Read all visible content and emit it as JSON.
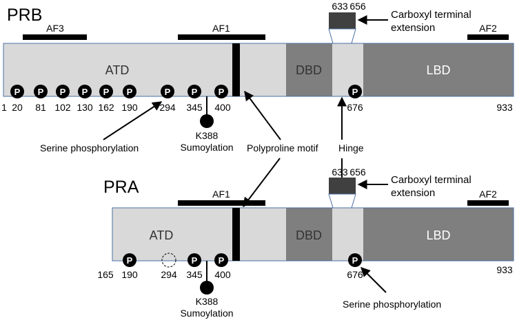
{
  "colors": {
    "atd": "#d9d9d9",
    "dbd": "#7f7f7f",
    "hinge": "#d9d9d9",
    "lbd": "#7f7f7f",
    "cte": "#404040",
    "outline": "#4a6fa5",
    "bar": "#000000"
  },
  "prb": {
    "name": "PRB",
    "af_labels": {
      "af3": "AF3",
      "af1": "AF1",
      "af2": "AF2"
    },
    "domains": {
      "atd": "ATD",
      "dbd": "DBD",
      "lbd": "LBD"
    },
    "cte_start": "633",
    "cte_end": "656",
    "cte_label_line1": "Carboxyl terminal",
    "cte_label_line2": "extension",
    "phospho_symbol": "P",
    "phospho_sites": [
      "20",
      "81",
      "102",
      "130",
      "162",
      "190",
      "294",
      "345",
      "400",
      "676"
    ],
    "start": "1",
    "end": "933",
    "sumo_line1": "K388",
    "sumo_line2": "Sumoylation"
  },
  "pra": {
    "name": "PRA",
    "af_labels": {
      "af1": "AF1",
      "af2": "AF2"
    },
    "domains": {
      "atd": "ATD",
      "dbd": "DBD",
      "lbd": "LBD"
    },
    "cte_start": "633",
    "cte_end": "656",
    "cte_label_line1": "Carboxyl terminal",
    "cte_label_line2": "extension",
    "phospho_symbol": "P",
    "phospho_sites": [
      "190",
      "294",
      "345",
      "400",
      "676"
    ],
    "start": "165",
    "end": "933",
    "sumo_line1": "K388",
    "sumo_line2": "Sumoylation"
  },
  "annotations": {
    "serine_phos_prb": "Serine phosphorylation",
    "polyproline": "Polyproline motif",
    "hinge": "Hinge",
    "serine_phos_pra": "Serine phosphorylation"
  }
}
